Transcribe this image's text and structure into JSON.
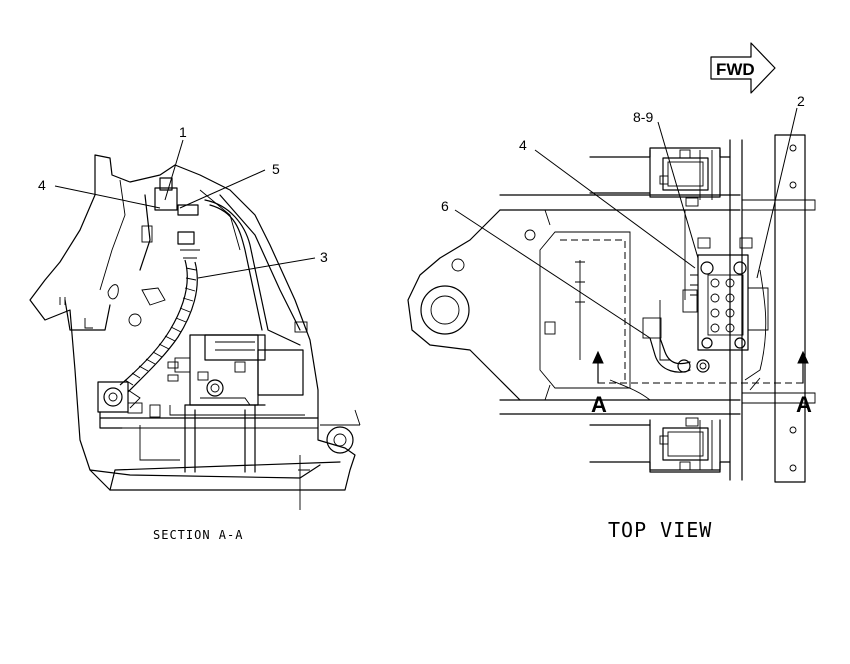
{
  "fwd_arrow": {
    "label": "FWD"
  },
  "left_view": {
    "caption": "SECTION A-A",
    "callouts": {
      "c1": "1",
      "c3": "3",
      "c4": "4",
      "c5": "5"
    }
  },
  "right_view": {
    "caption": "TOP VIEW",
    "callouts": {
      "c2": "2",
      "c4": "4",
      "c6": "6",
      "c89": "8-9"
    },
    "section_marks": {
      "left": "A",
      "right": "A"
    }
  }
}
